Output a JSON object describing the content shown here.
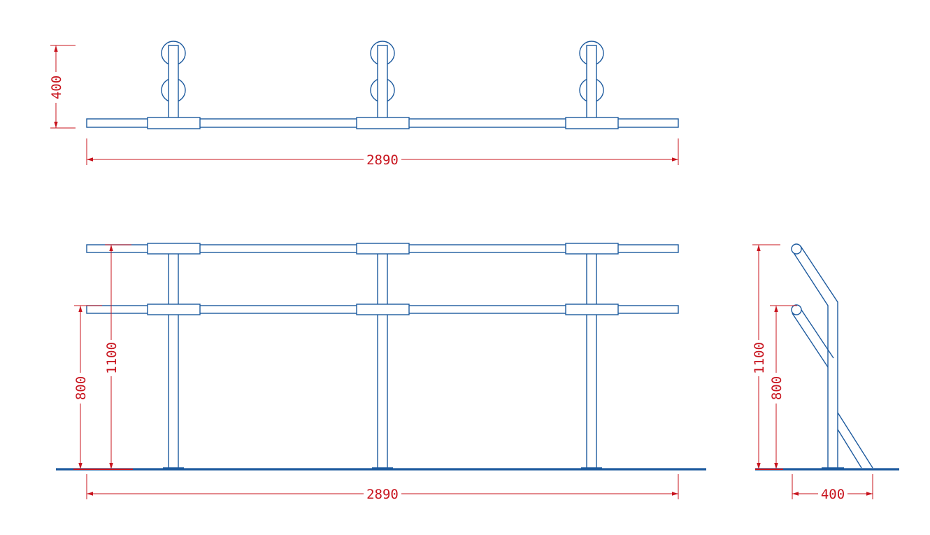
{
  "colors": {
    "structure": "#1d5a9e",
    "dimension": "#c8141e",
    "background": "#ffffff"
  },
  "plan_view": {
    "height_dim": "400",
    "length_dim": "2890"
  },
  "front_view": {
    "upper_rail_height": "1100",
    "lower_rail_height": "800",
    "length_dim": "2890"
  },
  "side_view": {
    "upper_rail_height": "1100",
    "lower_rail_height": "800",
    "base_depth": "400"
  }
}
